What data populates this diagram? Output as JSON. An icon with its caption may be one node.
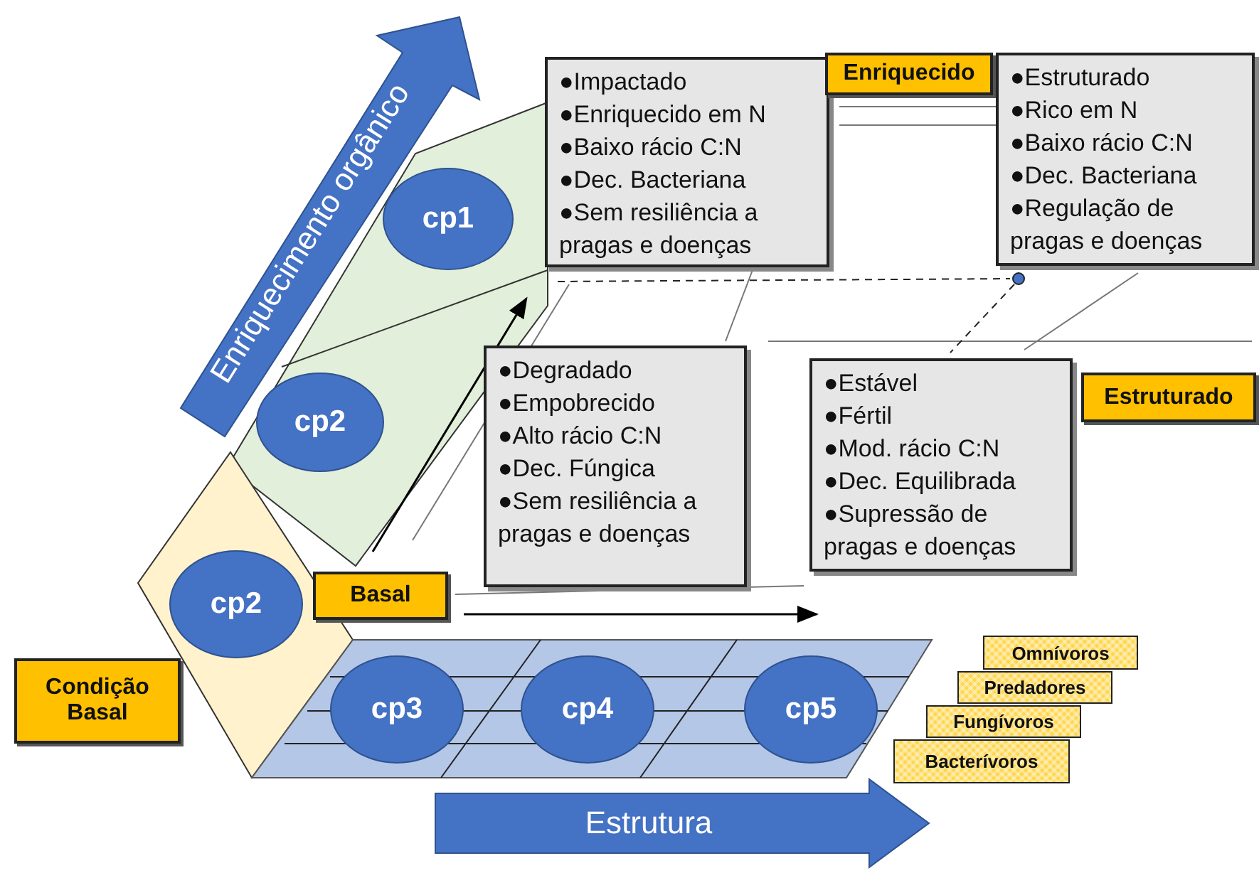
{
  "diagram": {
    "nodes": [
      {
        "text": [
          "Enriquecimento orgânico"
        ]
      },
      {
        "text": [
          "●Impactado",
          "●Enriquecido em N",
          "●Baixo rácio C:N",
          "●Dec. Bacteriana",
          "●Sem resiliência a pragas e doenças"
        ]
      },
      {
        "text": [
          "Enriquecido"
        ]
      },
      {
        "text": [
          "●Estruturado",
          "●Rico em N",
          "●Baixo rácio C:N",
          "●Dec. Bacteriana",
          "●Regulação de pragas e doenças"
        ]
      },
      {
        "text": [
          "cp1"
        ]
      },
      {
        "text": [
          "●Degradado",
          "●Empobrecido",
          "●Alto rácio C:N",
          "●Dec. Fúngica",
          "●Sem resiliência a pragas e doenças"
        ]
      },
      {
        "text": [
          "cp2"
        ]
      },
      {
        "text": [
          "●Estável",
          "●Fértil",
          "●Mod. rácio C:N",
          "●Dec. Equilibrada",
          "●Supressão de pragas e doenças"
        ]
      },
      {
        "text": [
          "Estruturado"
        ]
      },
      {
        "text": [
          "Basal"
        ]
      },
      {
        "text": [
          "cp2"
        ]
      },
      {
        "text": [
          "Omnívoros"
        ]
      },
      {
        "text": [
          "Condição Basal"
        ]
      },
      {
        "text": [
          "Predadores"
        ]
      },
      {
        "text": [
          "cp3"
        ]
      },
      {
        "text": [
          "cp4"
        ]
      },
      {
        "text": [
          "cp5"
        ]
      },
      {
        "text": [
          "Fungívoros"
        ]
      },
      {
        "text": [
          "Bacterívoros"
        ]
      },
      {
        "text": [
          "Estrutura"
        ]
      }
    ]
  }
}
